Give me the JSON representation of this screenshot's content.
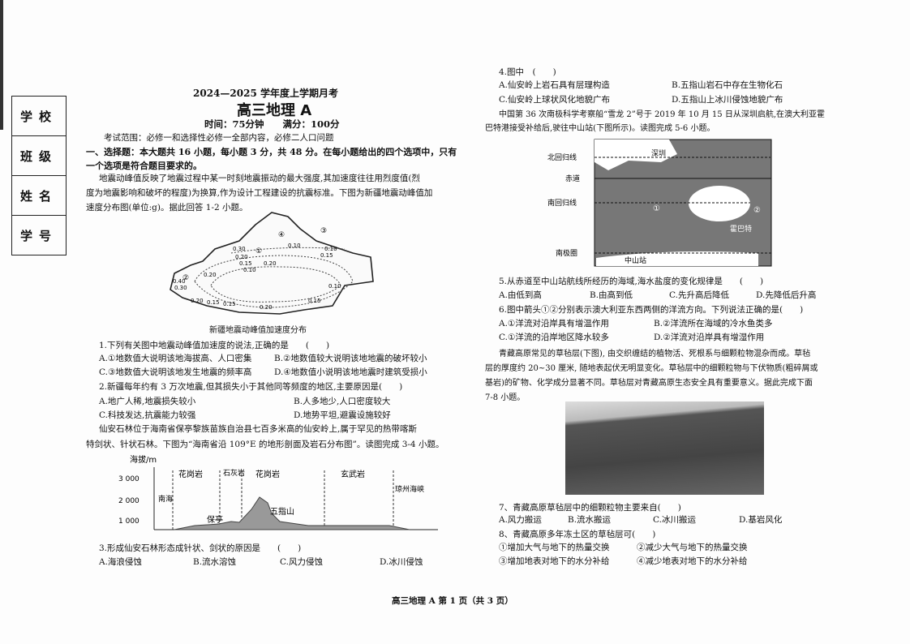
{
  "sidebar": {
    "fields": [
      "学校",
      "班级",
      "姓名",
      "学号"
    ]
  },
  "header": {
    "term": "2024—2025 学年度上学期月考",
    "title": "高三地理 A",
    "time_score": "时间：75分钟　　满分：100分",
    "scope": "考试范围：必修一和选择性必修一全部内容，必修二人口问题",
    "section_1": "一、选择题：本大题共 16 小题，每小题 3 分，共 48 分。在每小题给出的四个选项中，只有",
    "section_2": "一个选项是符合题目要求的。"
  },
  "left": {
    "passage1": [
      "地震动峰值反映了地震过程中某一时刻地震振动的最大强度,其加速度往往用烈度值(烈",
      "度为地震影响和破坏的程度)为换算,作为设计工程建设的抗震标准。下图为新疆地震动峰值加",
      "速度分布图(单位:g)。据此回答 1-2 小题。"
    ],
    "map1": {
      "caption": "新疆地震动峰值加速度分布",
      "labels": [
        "0.10",
        "0.10",
        "0.15",
        "0.30",
        "0.20",
        "0.15",
        "0.20",
        "0.10",
        "0.20",
        "0.40",
        "0.30",
        "0.20",
        "0.15",
        "0.15",
        "0.20",
        "0.15",
        "0.10"
      ],
      "markers": [
        "①",
        "②",
        "③",
        "④"
      ]
    },
    "q1": {
      "stem": "1.下列有关图中地震动峰值加速度的说法,正确的是　　(　　)",
      "A": "A.①地数值大说明该地海拔高、人口密集",
      "B": "B.②地数值较大说明该地地震的破坏较小",
      "C": "C.③地数值大说明该地发生地震的频率高",
      "D": "D.④地数值小说明该地地震时建筑受损小"
    },
    "q2": {
      "stem": "2.新疆每年约有 3 万次地震,但其损失小于其他同等频度的地区,主要原因是(　　)",
      "A": "A.地广人稀,地震损失较小",
      "B": "B.人多地少,人口密度较大",
      "C": "C.科技发达,抗震能力较强",
      "D": "D.地势平坦,避震设施较好"
    },
    "passage2": [
      "仙安石林位于海南省保亭黎族苗族自治县七百多米高的仙安岭上,属于罕见的热带喀斯",
      "特剑状、针状石林。下图为“海南省沿 109°E 的地形剖面及岩石分布图”。读图完成 3-4 小题。"
    ],
    "profile": {
      "ylabel": "海拔/m",
      "yticks": [
        "3 000",
        "2 000",
        "1 000"
      ],
      "zones": [
        "花岗岩",
        "石灰岩",
        "花岗岩",
        "玄武岩"
      ],
      "left_sea": "南海",
      "right_sea": "琼州海峡",
      "places": [
        "保亭",
        "五指山"
      ]
    },
    "q3": {
      "stem": "3.形成仙安石林形态成针状、剑状的原因是　　(　　)",
      "A": "A.海浪侵蚀",
      "B": "B.流水溶蚀",
      "C": "C.风力侵蚀",
      "D": "D.冰川侵蚀"
    }
  },
  "right": {
    "q4": {
      "stem": "4.图中　(　　)",
      "A": "A.仙安岭上岩石具有层理构造",
      "B": "B.五指山岩石中存在生物化石",
      "C": "C.仙安岭上球状风化地貌广布",
      "D": "D.五指山上冰川侵蚀地貌广布"
    },
    "passage3": [
      "中国第 36 次南极科学考察船“雪龙 2”号于 2019 年 10 月 15 日从深圳启航,在澳大利亚霍",
      "巴特港接受补给后,驶往中山站(下图所示)。读图完成 5-6 小题。"
    ],
    "map2": {
      "lines": [
        "北回归线",
        "赤道",
        "南回归线",
        "南极圈"
      ],
      "places": [
        "深圳",
        "霍巴特",
        "中山站"
      ],
      "markers": [
        "①",
        "②"
      ]
    },
    "q5": {
      "stem": "5.从赤道至中山站航线所经历的海域,海水盐度的变化规律是　　(　　)",
      "A": "A.由低到高",
      "B": "B.由高到低",
      "C": "C.先升高后降低",
      "D": "D.先降低后升高"
    },
    "q6": {
      "stem": "6.图中箭头①②分别表示澳大利亚东西两侧的洋流方向。下列说法正确的是(　　)",
      "A": "A.①洋流对沿岸具有增温作用",
      "B": "B.②洋流所在海域的冷水鱼类多",
      "C": "C.①洋流的沿岸地区降水较多",
      "D": "D.②洋流对沿岸具有增湿作用"
    },
    "passage4": [
      "青藏高原常见的草毡层(下图), 由交织缠结的植物活、死根系与细颗粒物混杂而成。草毡",
      "层的厚度约 20~30 厘米, 随地表起伏无明显变化。草毡层中的细颗粒物与下伏物质(粗碎屑或",
      "基岩)的矿物、化学成分显著不同。草毡层对青藏高原生态安全具有重要意义。据此完成下面",
      "7-8 小题。"
    ],
    "q7": {
      "stem": "7、青藏高原草毡层中的细颗粒物主要来自(　　)",
      "A": "A.风力搬运",
      "B": "B.流水搬运",
      "C": "C.冰川搬运",
      "D": "D.基岩风化"
    },
    "q8": {
      "stem": "8、青藏高原多年冻土区的草毡层可(　　)",
      "o1": "①增加大气与地下的热量交换",
      "o2": "②减少大气与地下的热量交换",
      "o3": "③增加地表对地下的水分补给",
      "o4": "④减少地表对地下的水分补给"
    }
  },
  "footer": "高三地理 A 第 1 页（共 3 页）"
}
